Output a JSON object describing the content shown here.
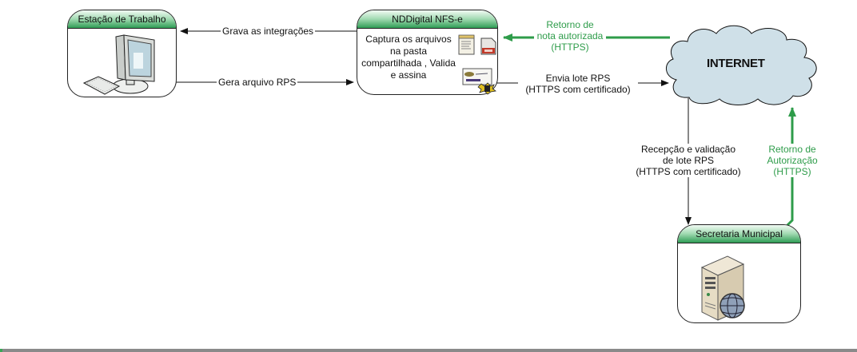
{
  "nodes": {
    "workstation": {
      "title": "Estação de Trabalho",
      "icon": "desktop-computer-icon"
    },
    "nddigital": {
      "title": "NDDigital NFS-e",
      "description_lines": [
        "Captura os arquivos",
        "na pasta",
        "compartilhada , Valida",
        "e assina"
      ],
      "icons": [
        "notepad-document-icon",
        "xml-file-icon",
        "digital-certificate-icon"
      ]
    },
    "internet": {
      "label": "INTERNET",
      "icon": "cloud-icon"
    },
    "secretaria": {
      "title": "Secretaria Municipal",
      "icon": "web-server-icon"
    }
  },
  "edges": {
    "grava": {
      "label": "Grava as integrações"
    },
    "gera": {
      "label": "Gera arquivo RPS"
    },
    "retorno_nota": {
      "lines": [
        "Retorno de",
        "nota autorizada",
        "(HTTPS)"
      ]
    },
    "envia": {
      "lines": [
        "Envia lote RPS",
        "(HTTPS com certificado)"
      ]
    },
    "recepcao": {
      "lines": [
        "Recepção e validação",
        "de lote RPS",
        "(HTTPS com certificado)"
      ]
    },
    "retorno_autorizacao": {
      "lines": [
        "Retorno de",
        "Autorização",
        "(HTTPS)"
      ]
    }
  },
  "colors": {
    "green": "#2e9c4a",
    "cloud_fill": "#cfe0e8",
    "header_green": "#2f9d55"
  }
}
